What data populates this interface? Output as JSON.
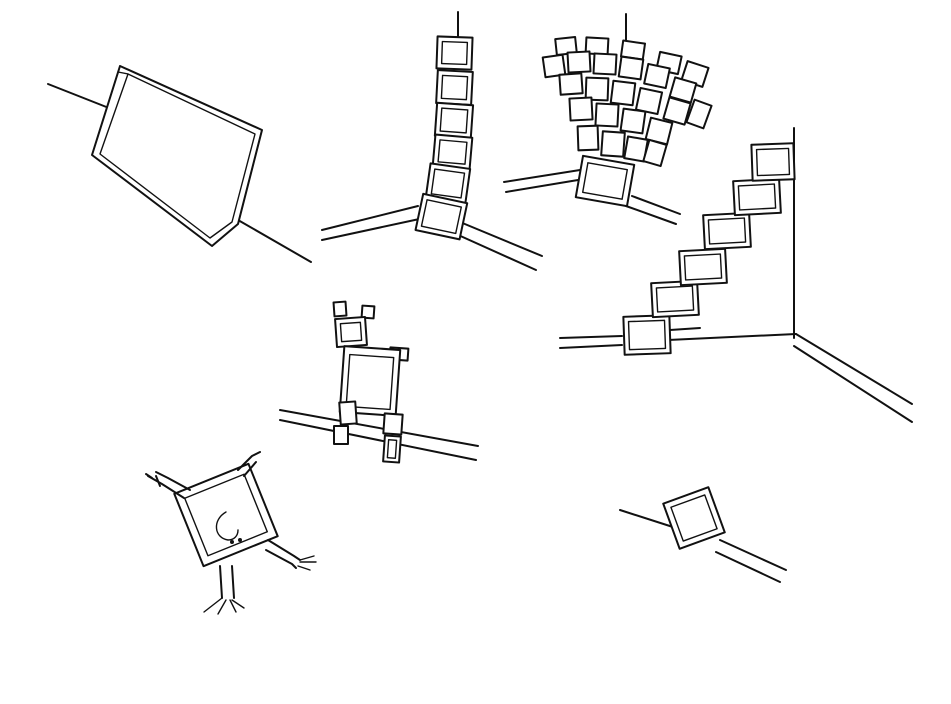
{
  "drawing": {
    "background": "#ffffff",
    "ink": "#111111",
    "style": "line drawing",
    "vignettes": [
      "leaning-frame-on-slope",
      "stacked-frames-column",
      "frame-chandelier",
      "frame-staircase",
      "frame-robot-figure",
      "frame-creature-handstand",
      "small-frame-on-slope"
    ]
  }
}
